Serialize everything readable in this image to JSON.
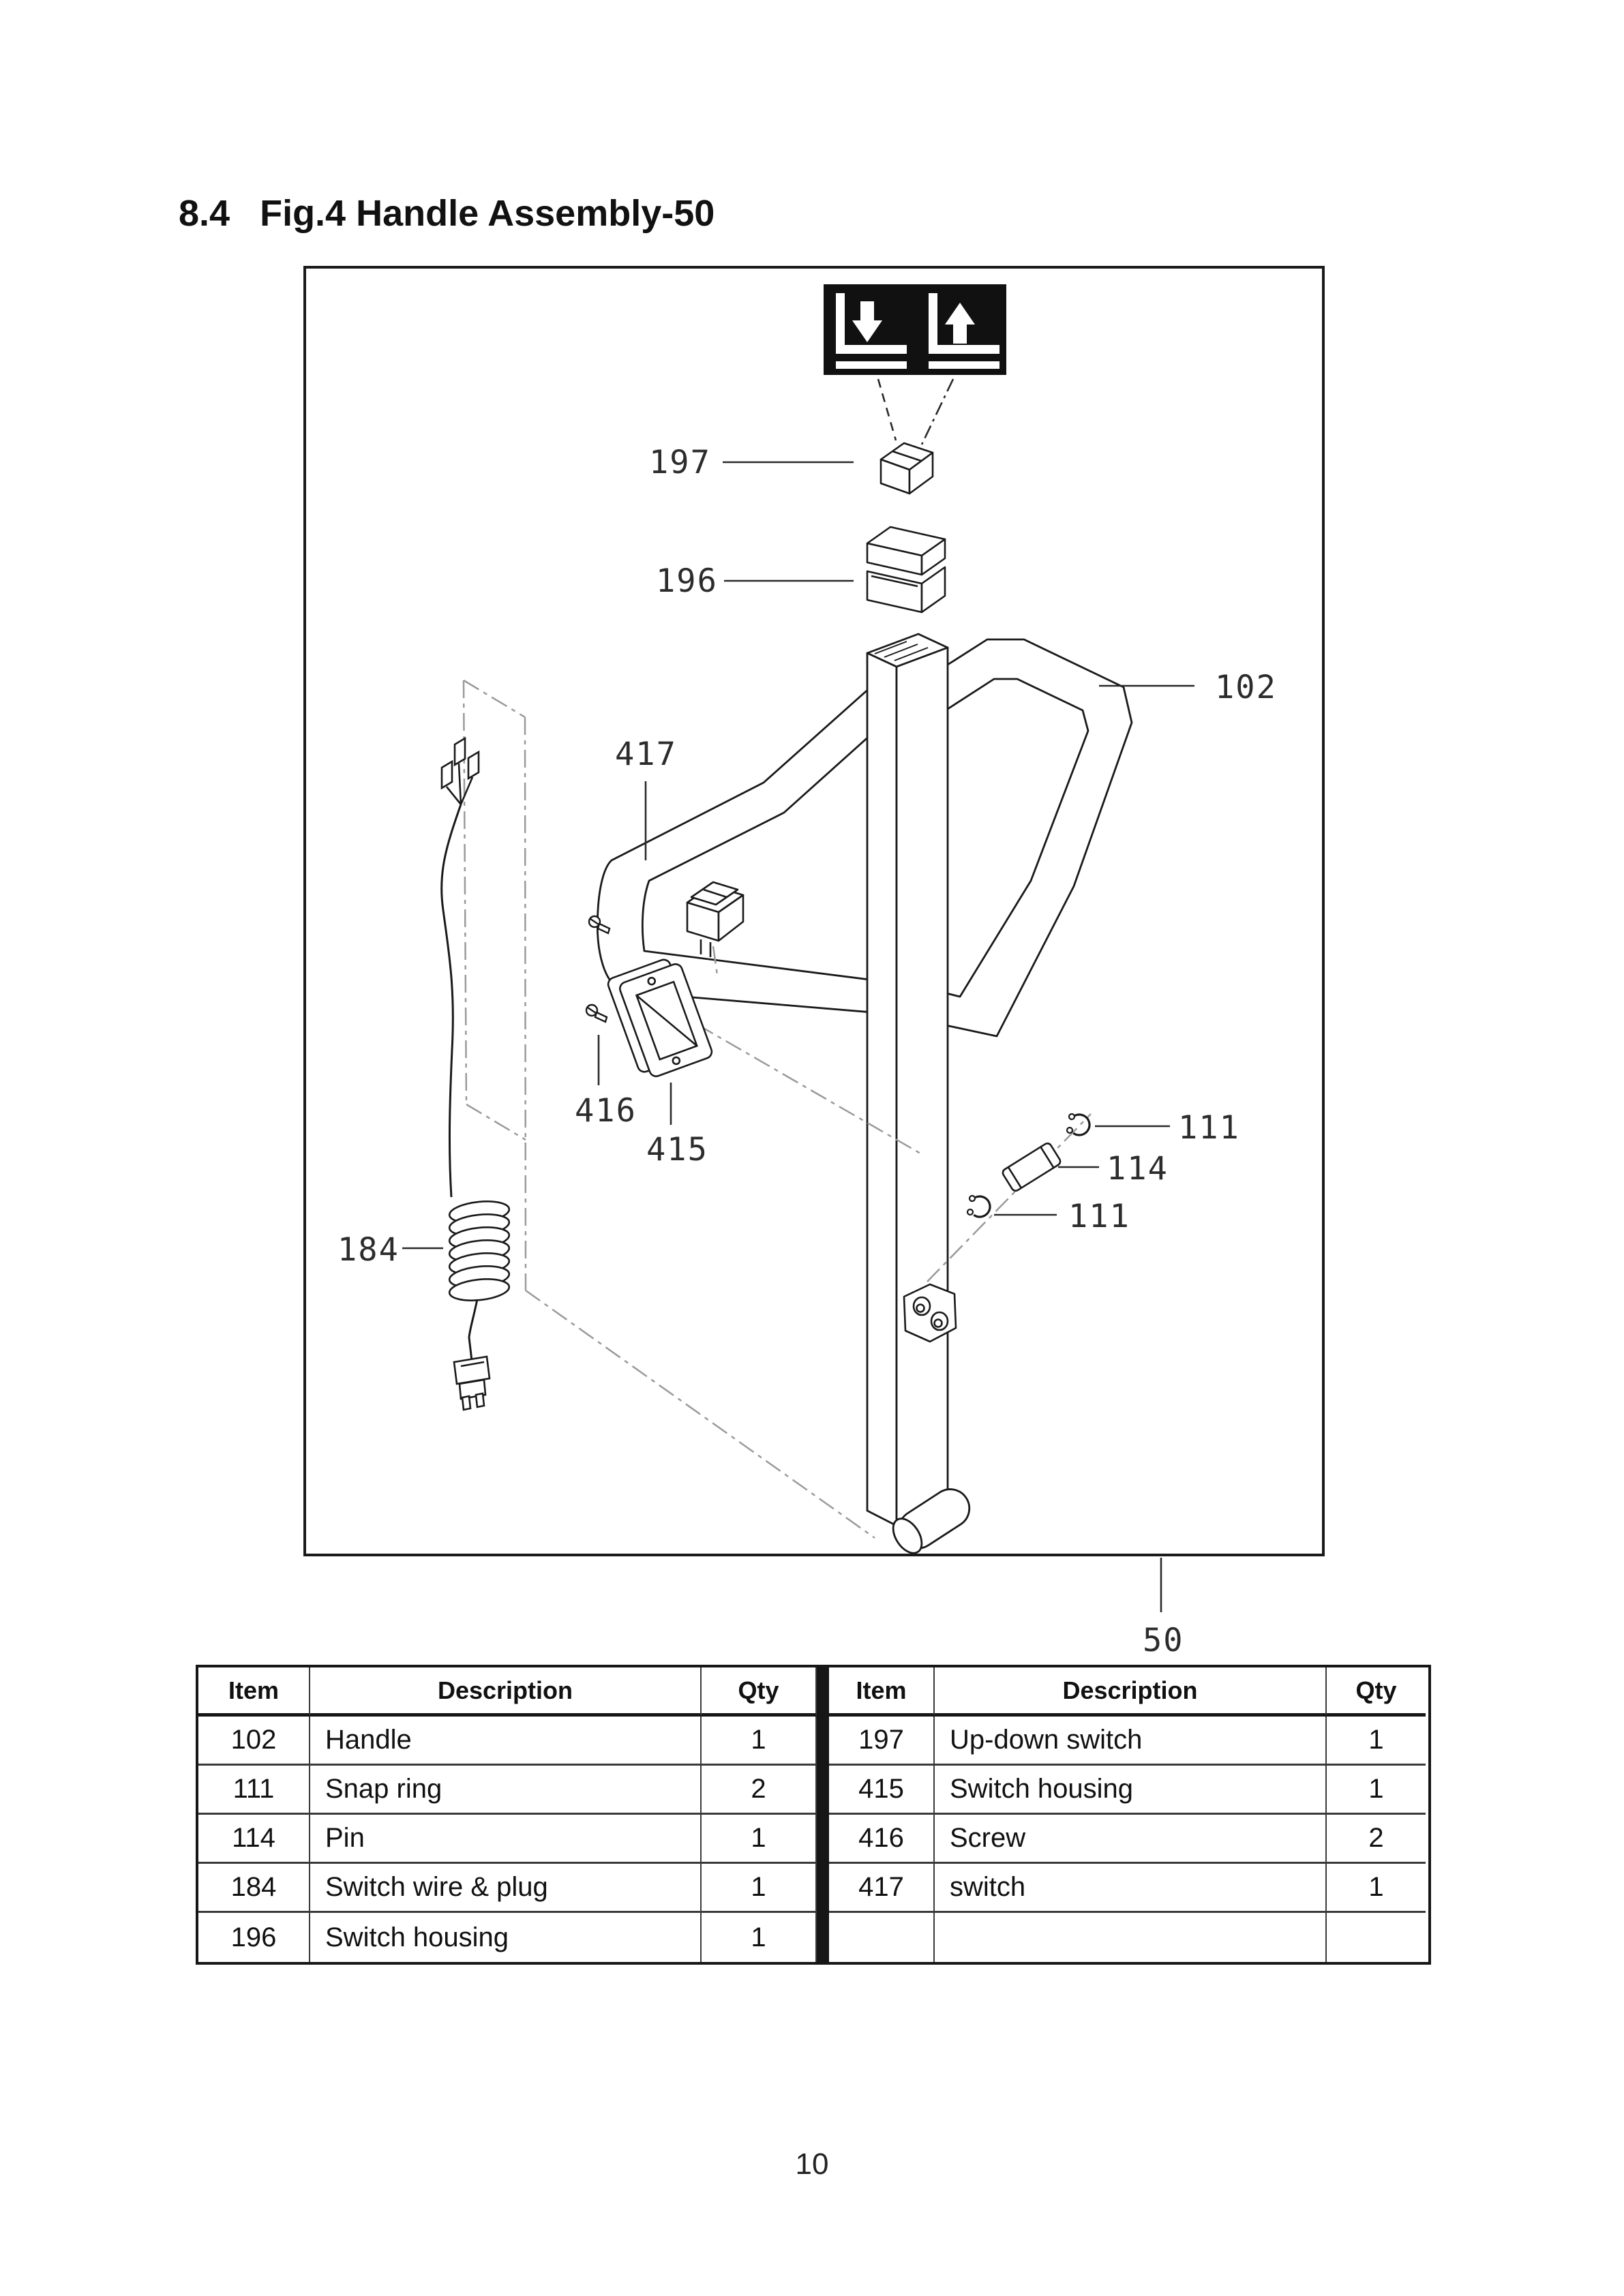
{
  "document": {
    "section_number": "8.4",
    "title": "Fig.4 Handle Assembly-50",
    "page_number": "10"
  },
  "figure": {
    "assembly_label": "50",
    "badge_icons": [
      "lower-forks-down-arrow",
      "raise-forks-up-arrow"
    ],
    "callouts": {
      "c197": "197",
      "c196": "196",
      "c417": "417",
      "c102": "102",
      "c416": "416",
      "c415": "415",
      "c184": "184",
      "c111a": "111",
      "c114": "114",
      "c111b": "111",
      "c50": "50"
    }
  },
  "parts_table": {
    "headers": [
      "Item",
      "Description",
      "Qty",
      "Item",
      "Description",
      "Qty"
    ],
    "rows": [
      [
        "102",
        "Handle",
        "1",
        "197",
        "Up-down switch",
        "1"
      ],
      [
        "111",
        "Snap ring",
        "2",
        "415",
        "Switch housing",
        "1"
      ],
      [
        "114",
        "Pin",
        "1",
        "416",
        "Screw",
        "2"
      ],
      [
        "184",
        "Switch wire & plug",
        "1",
        "417",
        "switch",
        "1"
      ],
      [
        "196",
        "Switch housing",
        "1",
        "",
        "",
        ""
      ]
    ]
  },
  "colors": {
    "line": "#1a1a1a",
    "phantom": "#9a9a9a",
    "badge_bg": "#111111"
  }
}
